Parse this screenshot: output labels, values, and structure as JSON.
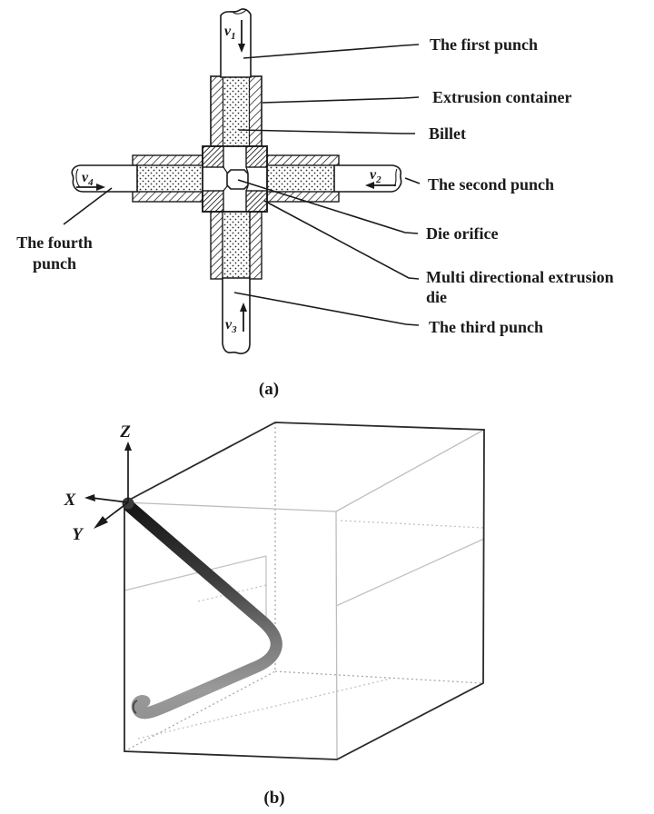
{
  "panel_a": {
    "caption": "(a)",
    "labels": {
      "first_punch": "The first punch",
      "extrusion_container": "Extrusion container",
      "billet": "Billet",
      "second_punch": "The second punch",
      "die_orifice": "Die orifice",
      "multi_die_line1": "Multi directional extrusion",
      "multi_die_line2": "die",
      "third_punch": "The third punch",
      "fourth_punch_line1": "The fourth",
      "fourth_punch_line2": "punch"
    },
    "velocities": {
      "v1": {
        "base": "v",
        "sub": "1"
      },
      "v2": {
        "base": "v",
        "sub": "2"
      },
      "v3": {
        "base": "v",
        "sub": "3"
      },
      "v4": {
        "base": "v",
        "sub": "4"
      }
    }
  },
  "panel_b": {
    "caption": "(b)",
    "axes": {
      "x": "X",
      "y": "Y",
      "z": "Z"
    }
  },
  "colors": {
    "ink": "#1a1a1a",
    "wireframe_light": "#bdbdbd",
    "hidden_dotted": "#a8a8a8",
    "tube_dark": "#161616",
    "tube_light": "#9a9a9a",
    "background": "#ffffff"
  }
}
